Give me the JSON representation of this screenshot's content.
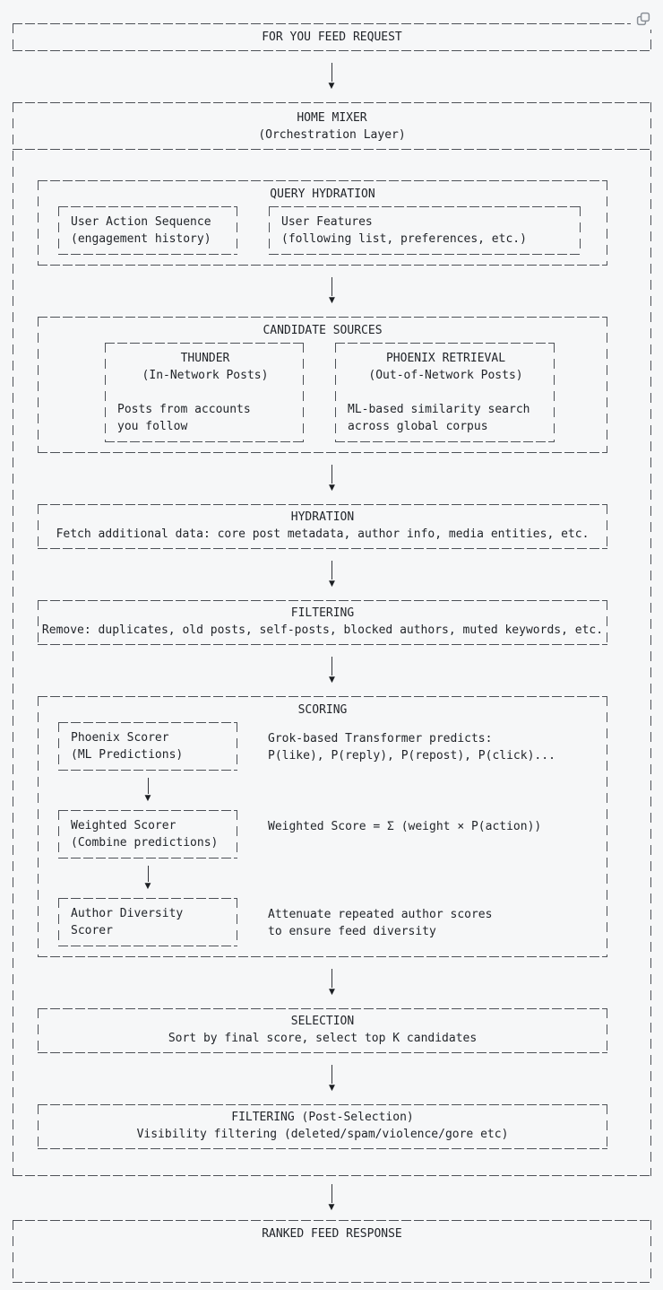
{
  "colors": {
    "background": "#f6f7f8",
    "border": "#4d5157",
    "text": "#22252a",
    "icon": "#8a9097"
  },
  "icons": {
    "copy": "copy-icon",
    "arrow_down": "▼"
  },
  "nodes": {
    "request": {
      "title": "FOR YOU FEED REQUEST"
    },
    "mixer": {
      "title": "HOME MIXER",
      "subtitle": "(Orchestration Layer)"
    },
    "query": {
      "title": "QUERY HYDRATION",
      "user_action": {
        "line1": "User Action Sequence",
        "line2": "(engagement history)"
      },
      "user_features": {
        "line1": "User Features",
        "line2": "(following list, preferences, etc.)"
      }
    },
    "candidates": {
      "title": "CANDIDATE SOURCES",
      "thunder": {
        "name": "THUNDER",
        "subtitle": "(In-Network Posts)",
        "desc1": "Posts from accounts",
        "desc2": "you follow"
      },
      "phoenix": {
        "name": "PHOENIX RETRIEVAL",
        "subtitle": "(Out-of-Network Posts)",
        "desc1": "ML-based similarity search",
        "desc2": "across global corpus"
      }
    },
    "hydration": {
      "title": "HYDRATION",
      "desc": "Fetch additional data: core post metadata, author info, media entities, etc."
    },
    "filtering": {
      "title": "FILTERING",
      "desc": "Remove: duplicates, old posts, self-posts, blocked authors, muted keywords, etc."
    },
    "scoring": {
      "title": "SCORING",
      "phoenix_scorer": {
        "line1": "Phoenix Scorer",
        "line2": "(ML Predictions)",
        "note1": "Grok-based Transformer predicts:",
        "note2": "P(like), P(reply), P(repost), P(click)..."
      },
      "weighted_scorer": {
        "line1": "Weighted Scorer",
        "line2": "(Combine predictions)",
        "note1": "Weighted Score = Σ (weight × P(action))"
      },
      "diversity_scorer": {
        "line1": "Author Diversity",
        "line2": "Scorer",
        "note1": "Attenuate repeated author scores",
        "note2": "to ensure feed diversity"
      }
    },
    "selection": {
      "title": "SELECTION",
      "desc": "Sort by final score, select top K candidates"
    },
    "post_filtering": {
      "title": "FILTERING (Post-Selection)",
      "desc": "Visibility filtering (deleted/spam/violence/gore etc)"
    },
    "response": {
      "title": "RANKED FEED RESPONSE"
    }
  }
}
